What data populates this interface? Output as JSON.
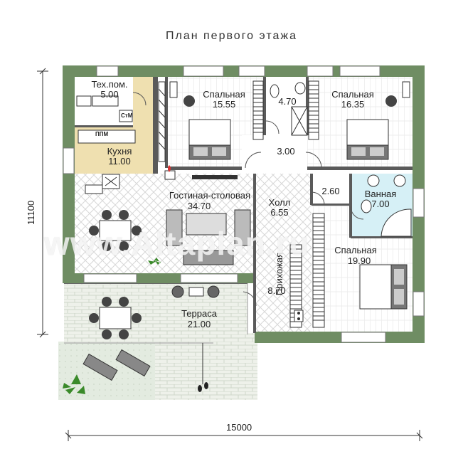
{
  "title": "План первого этажа",
  "dimensions": {
    "width": "15000",
    "height": "11100"
  },
  "rooms": {
    "tech": {
      "name": "Тех.пом.",
      "area": "5.00"
    },
    "kitchen": {
      "name": "Кухня",
      "area": "11.00"
    },
    "bedroom1": {
      "name": "Спальная",
      "area": "15.55"
    },
    "wc": {
      "area": "4.70"
    },
    "bedroom2": {
      "name": "Спальная",
      "area": "16.35"
    },
    "corridor": {
      "area": "3.00"
    },
    "living": {
      "name": "Гостиная-столовая",
      "area": "34.70"
    },
    "hall": {
      "name": "Холл",
      "area": "6.55"
    },
    "closet": {
      "area": "2.60"
    },
    "bath": {
      "name": "Ванная",
      "area": "7.00"
    },
    "bedroom3": {
      "name": "Спальная",
      "area": "19.90"
    },
    "hallway": {
      "name": "Прихожая",
      "area": "8.70"
    },
    "terrace": {
      "name": "Терраса",
      "area": "21.00"
    }
  },
  "appliance_labels": {
    "stm": "СтМ",
    "ppm": "ППМ"
  },
  "watermark": "www.Altaplan.ru",
  "colors": {
    "wall": "#6f8d63",
    "kitchen_floor": "#efe0b0",
    "bath_floor": "#d6f0f6",
    "floor": "#ffffff",
    "tile": "#e8e8e8",
    "terrace_floor": "#e5ebe0"
  }
}
